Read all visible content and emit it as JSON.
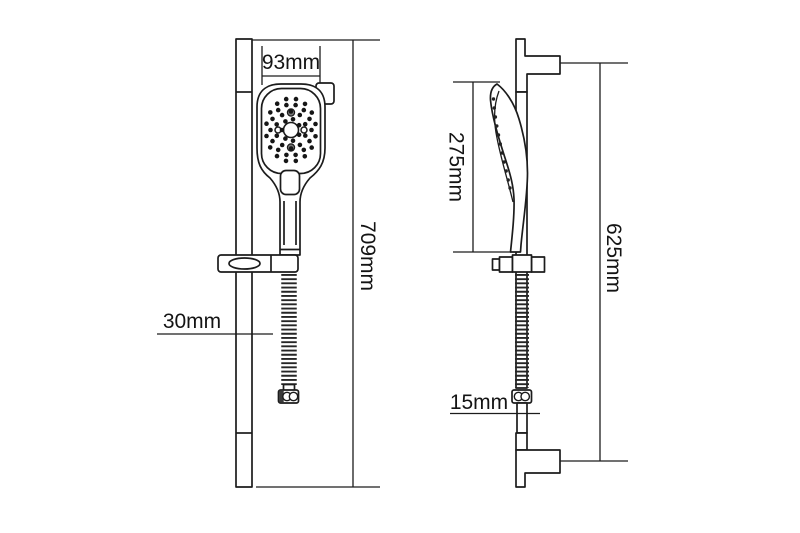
{
  "diagram": {
    "title": "shower-slide-bar-technical-drawing",
    "background_color": "#ffffff",
    "line_color": "#1c1c1c",
    "text_color": "#141414",
    "dimensions": {
      "head_width": "93mm",
      "overall_height": "709mm",
      "hose_offset": "30mm",
      "hand_shower_length": "275mm",
      "slide_bar_length": "625mm",
      "hose_fitting_width": "15mm"
    }
  }
}
